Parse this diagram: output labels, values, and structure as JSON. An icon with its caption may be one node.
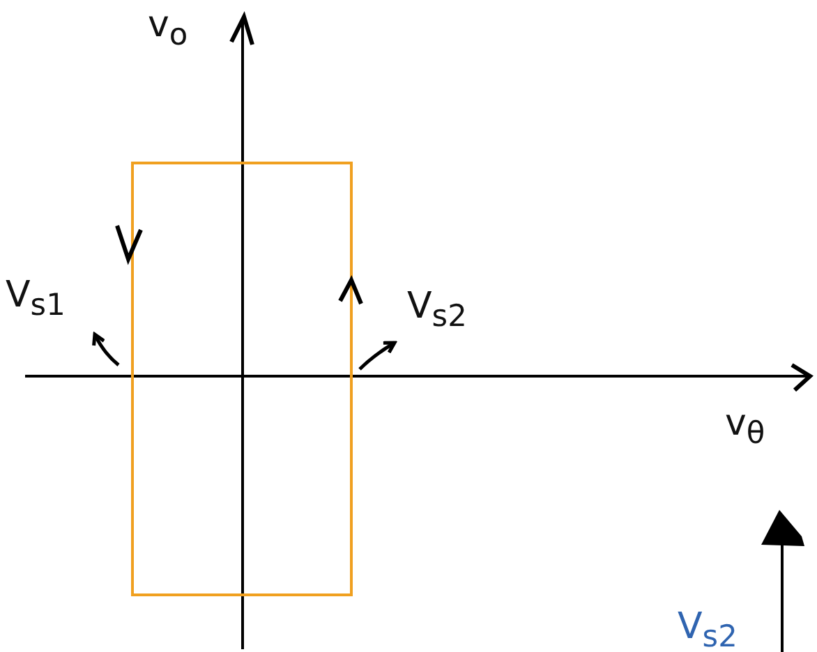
{
  "diagram": {
    "nodes": [
      {
        "text": [],
        "shape": "box"
      }
    ],
    "labels": [
      "v$_{o}$",
      "V$_{s1}$",
      "V$_{s2}$",
      "v$_{θ}$",
      "V$_{s2}$"
    ]
  }
}
